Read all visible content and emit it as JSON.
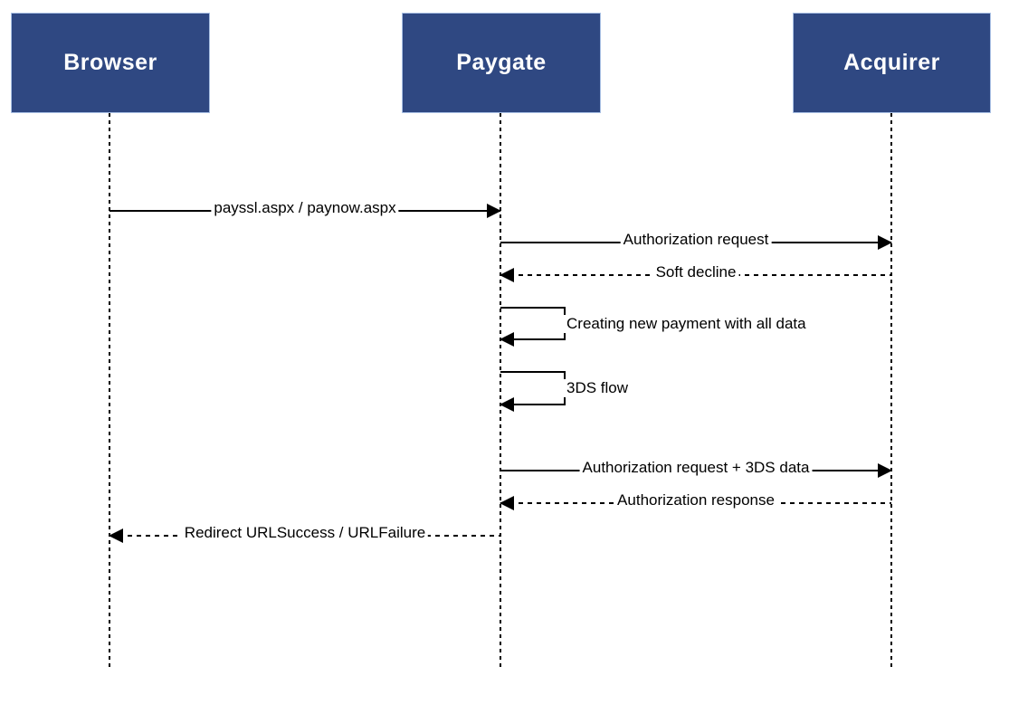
{
  "diagram_type": "sequence-diagram",
  "actors": [
    {
      "name": "Browser"
    },
    {
      "name": "Paygate"
    },
    {
      "name": "Acquirer"
    }
  ],
  "messages": [
    {
      "label": "payssl.aspx / paynow.aspx",
      "from": "Browser",
      "to": "Paygate",
      "line": "solid",
      "direction": "right"
    },
    {
      "label": "Authorization request",
      "from": "Paygate",
      "to": "Acquirer",
      "line": "solid",
      "direction": "right"
    },
    {
      "label": "Soft decline",
      "from": "Acquirer",
      "to": "Paygate",
      "line": "dashed",
      "direction": "left"
    },
    {
      "label": "Creating new payment with all data",
      "from": "Paygate",
      "to": "Paygate",
      "line": "solid",
      "direction": "self"
    },
    {
      "label": "3DS flow",
      "from": "Paygate",
      "to": "Paygate",
      "line": "solid",
      "direction": "self"
    },
    {
      "label": "Authorization request + 3DS data",
      "from": "Paygate",
      "to": "Acquirer",
      "line": "solid",
      "direction": "right"
    },
    {
      "label": "Authorization response",
      "from": "Acquirer",
      "to": "Paygate",
      "line": "dashed",
      "direction": "left"
    },
    {
      "label": "Redirect URLSuccess / URLFailure",
      "from": "Paygate",
      "to": "Browser",
      "line": "dashed",
      "direction": "left"
    }
  ],
  "colors": {
    "actor_fill": "#2F4882",
    "actor_border": "#A9C0E4",
    "actor_text": "#FFFFFF",
    "line_color": "#000000",
    "background": "#FFFFFF"
  }
}
